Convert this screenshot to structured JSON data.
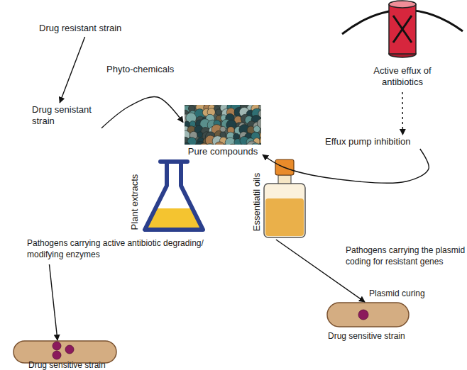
{
  "diagram": {
    "nodes": [
      {
        "text": [
          "Drug resistant strain"
        ]
      },
      {
        "text": [
          "Active effux of antibiotics"
        ]
      },
      {
        "text": [
          "Drug senistant strain"
        ]
      },
      {
        "text": [
          "Pure compounds"
        ]
      },
      {
        "text": [
          "Effux pump inhibition"
        ]
      },
      {
        "text": [
          "Plant extracts"
        ]
      },
      {
        "text": [
          "Essentiatil oils"
        ]
      },
      {
        "text": [
          "Pathogens carrying active antibiotic degrading/ modifying enzymes"
        ]
      },
      {
        "text": [
          "Drug sensitive strain"
        ]
      },
      {
        "text": [
          "Drug sensitive strain"
        ]
      }
    ],
    "edges": [
      {
        "from": 0,
        "to": 2,
        "arrow": "to"
      },
      {
        "from": 2,
        "to": 3,
        "label": "Phyto-chemicals",
        "arrow": "to"
      },
      {
        "from": 1,
        "to": 4,
        "arrow": "to"
      },
      {
        "from": 4,
        "to": 3,
        "arrow": "to"
      },
      {
        "from": 7,
        "to": 9,
        "arrow": "to"
      },
      {
        "from": 6,
        "to": 8,
        "arrow": "to"
      }
    ],
    "labels": [
      "Pathogens carrying the plasmid coding for resistant genes",
      "Plasmid curing"
    ]
  }
}
